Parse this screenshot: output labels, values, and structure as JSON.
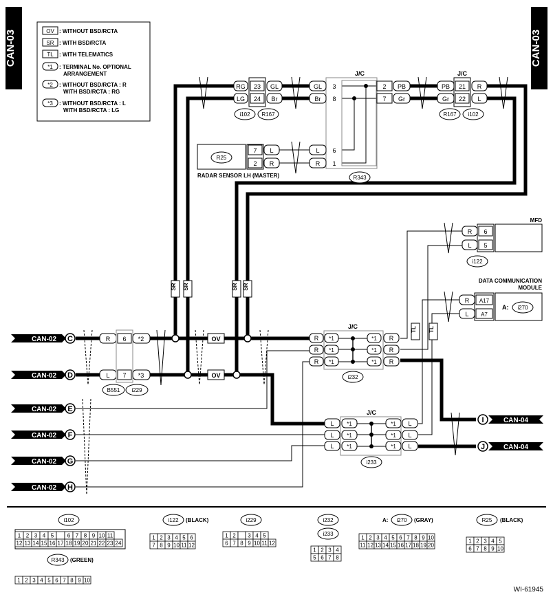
{
  "page_tag_left": "CAN-03",
  "page_tag_right": "CAN-03",
  "legend": [
    {
      "code": "OV",
      "text": ": WITHOUT BSD/RCTA"
    },
    {
      "code": "SR",
      "text": ": WITH BSD/RCTA"
    },
    {
      "code": "TL",
      "text": ": WITH TELEMATICS"
    },
    {
      "code": "*1",
      "text": ": TERMINAL No. OPTIONAL",
      "text2": "ARRANGEMENT"
    },
    {
      "code": "*2",
      "text": ": WITHOUT BSD/RCTA  : R",
      "text2": "WITH BSD/RCTA  : RG"
    },
    {
      "code": "*3",
      "text": ": WITHOUT BSD/RCTA  : L",
      "text2": "WITH BSD/RCTA  : LG"
    }
  ],
  "left_ports": [
    {
      "ref": "CAN-02",
      "letter": "C"
    },
    {
      "ref": "CAN-02",
      "letter": "D"
    },
    {
      "ref": "CAN-02",
      "letter": "E"
    },
    {
      "ref": "CAN-02",
      "letter": "F"
    },
    {
      "ref": "CAN-02",
      "letter": "G"
    },
    {
      "ref": "CAN-02",
      "letter": "H"
    }
  ],
  "right_ports": [
    {
      "ref": "CAN-04",
      "letter": "I"
    },
    {
      "ref": "CAN-04",
      "letter": "J"
    }
  ],
  "jc_label": "J/C",
  "conn_i102": {
    "name": "i102",
    "rows": [
      [
        "RG",
        "23",
        "GL"
      ],
      [
        "LG",
        "24",
        "Br"
      ]
    ]
  },
  "conn_r167": "R167",
  "jc_r343": {
    "name": "R343",
    "left": [
      [
        "GL",
        "3"
      ],
      [
        "Br",
        "8"
      ]
    ],
    "right": [
      [
        "2",
        "PB"
      ],
      [
        "7",
        "Gr"
      ]
    ],
    "bottom": [
      [
        "L",
        "6"
      ],
      [
        "R",
        "1"
      ]
    ]
  },
  "right_top": {
    "rows": [
      [
        "PB",
        "21",
        "R"
      ],
      [
        "Gr",
        "22",
        "L"
      ]
    ],
    "c1": "R167",
    "c2": "i102"
  },
  "radar": {
    "name": "R25",
    "title": "RADAR SENSOR LH (MASTER)",
    "rows": [
      [
        "7",
        "L"
      ],
      [
        "2",
        "R"
      ]
    ]
  },
  "mfd": {
    "title": "MFD",
    "conn": "i122",
    "rows": [
      [
        "R",
        "6"
      ],
      [
        "L",
        "5"
      ]
    ]
  },
  "dcm": {
    "title": "DATA COMMUNICATION",
    "title2": "MODULE",
    "inside": "A:",
    "conn": "i270",
    "rows": [
      [
        "R",
        "A17"
      ],
      [
        "L",
        "A7"
      ]
    ]
  },
  "b551": {
    "c1": "B551",
    "c2": "i229",
    "rows": [
      [
        "R",
        "6",
        "*2"
      ],
      [
        "L",
        "7",
        "*3"
      ]
    ]
  },
  "ov": "OV",
  "sr": "SR",
  "tl": "TL",
  "star1": "*1",
  "jc_i232": {
    "name": "i232",
    "left": [
      "R",
      "R",
      "R"
    ],
    "right": [
      "R",
      "R",
      "R"
    ]
  },
  "jc_i233": {
    "name": "i233",
    "left": [
      "L",
      "L",
      "L"
    ],
    "right": [
      "L",
      "L",
      "L"
    ]
  },
  "bottom_connectors": [
    {
      "name": "i102",
      "note": "",
      "row1": [
        "1",
        "2",
        "3",
        "4",
        "5",
        "",
        "6",
        "7",
        "8",
        "9",
        "10",
        "11"
      ],
      "row2": [
        "12",
        "13",
        "14",
        "15",
        "16",
        "17",
        "18",
        "19",
        "20",
        "21",
        "22",
        "23",
        "24"
      ]
    },
    {
      "name": "i122",
      "note": "(BLACK)",
      "row1": [
        "1",
        "2",
        "3",
        "4",
        "5",
        "6"
      ],
      "row2": [
        "7",
        "8",
        "9",
        "10",
        "11",
        "12"
      ]
    },
    {
      "name": "i229",
      "note": "",
      "row1": [
        "1",
        "2",
        "",
        "3",
        "4",
        "5"
      ],
      "row2": [
        "6",
        "7",
        "8",
        "9",
        "10",
        "11",
        "12"
      ]
    },
    {
      "name": "i232",
      "name2": "i233",
      "note": "",
      "row1": [
        "1",
        "2",
        "3",
        "4"
      ],
      "row2": [
        "5",
        "6",
        "7",
        "8"
      ]
    },
    {
      "name": "i270",
      "prefix": "A:",
      "note": "(GRAY)",
      "row1": [
        "1",
        "2",
        "3",
        "4",
        "5",
        "6",
        "7",
        "8",
        "9",
        "10"
      ],
      "row2": [
        "11",
        "12",
        "13",
        "14",
        "15",
        "16",
        "17",
        "18",
        "19",
        "20"
      ]
    },
    {
      "name": "R25",
      "note": "(BLACK)",
      "row1": [
        "1",
        "2",
        "3",
        "4",
        "5"
      ],
      "row2": [
        "6",
        "7",
        "8",
        "9",
        "10"
      ]
    },
    {
      "name": "R343",
      "note": "(GREEN)",
      "row1": [
        "1",
        "2",
        "3",
        "4",
        "5",
        "6",
        "7",
        "8",
        "9",
        "10"
      ]
    }
  ],
  "figure_id": "WI-61945"
}
